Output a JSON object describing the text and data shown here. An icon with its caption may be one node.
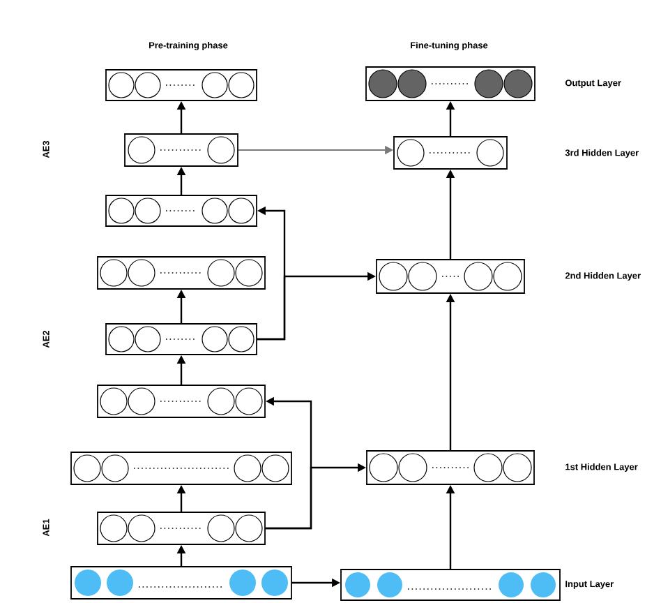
{
  "diagram": {
    "nodes": [
      {
        "text": [],
        "shape": "box"
      },
      {
        "text": [],
        "shape": "box"
      },
      {
        "text": [],
        "shape": "box"
      },
      {
        "text": [],
        "shape": "box"
      },
      {
        "text": [],
        "shape": "box"
      },
      {
        "text": [],
        "shape": "box"
      },
      {
        "text": [],
        "shape": "box"
      },
      {
        "text": [],
        "shape": "box"
      },
      {
        "text": [],
        "shape": "box"
      },
      {
        "text": [],
        "shape": "box"
      },
      {
        "text": [],
        "shape": "box"
      },
      {
        "text": [],
        "shape": "box"
      },
      {
        "text": [],
        "shape": "box"
      },
      {
        "text": [],
        "shape": "box"
      }
    ],
    "edges": [
      {
        "from": 12,
        "to": 11,
        "arrow": "to"
      },
      {
        "from": 11,
        "to": 9,
        "arrow": "to"
      },
      {
        "from": 11,
        "to": 8,
        "arrow": "to"
      },
      {
        "from": 11,
        "to": 10,
        "arrow": "to"
      },
      {
        "from": 8,
        "to": 7,
        "arrow": "to"
      },
      {
        "from": 7,
        "to": 5,
        "arrow": "to"
      },
      {
        "from": 7,
        "to": 4,
        "arrow": "to"
      },
      {
        "from": 7,
        "to": 6,
        "arrow": "to"
      },
      {
        "from": 4,
        "to": 2,
        "arrow": "to"
      },
      {
        "from": 2,
        "to": 0,
        "arrow": "to"
      },
      {
        "from": 2,
        "to": 3,
        "arrow": "to",
        "color": "#7a7a7a"
      },
      {
        "from": 12,
        "to": 13,
        "arrow": "to"
      },
      {
        "from": 13,
        "to": 10,
        "arrow": "to"
      },
      {
        "from": 10,
        "to": 6,
        "arrow": "to"
      },
      {
        "from": 6,
        "to": 3,
        "arrow": "to"
      },
      {
        "from": 3,
        "to": 1,
        "arrow": "to"
      }
    ],
    "labels": [
      "Pre-training phase",
      "Fine-tuning phase",
      "Output Layer",
      "AE3",
      "3rd Hidden Layer",
      "2nd Hidden Layer",
      "AE2",
      "1st Hidden Layer",
      "AE1",
      "Input Layer"
    ]
  }
}
